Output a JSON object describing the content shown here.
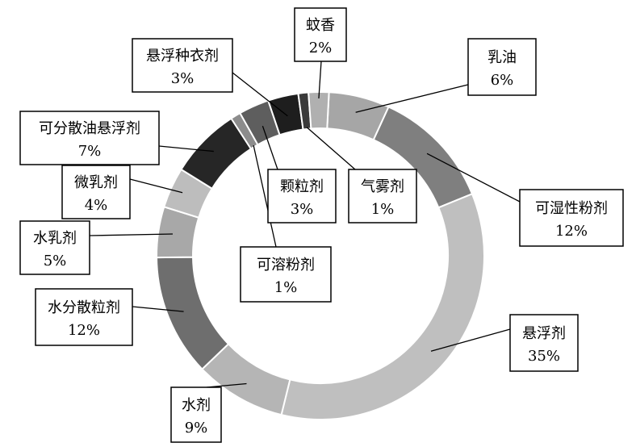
{
  "chart_data": {
    "type": "pie",
    "style": "donut",
    "categories": [
      "乳油",
      "可湿性粉剂",
      "悬浮剂",
      "水剂",
      "水分散粒剂",
      "水乳剂",
      "微乳剂",
      "可分散油悬浮剂",
      "可溶粉剂",
      "颗粒剂",
      "悬浮种衣剂",
      "气雾剂",
      "蚊香"
    ],
    "values": [
      6,
      12,
      35,
      9,
      12,
      5,
      4,
      7,
      1,
      3,
      3,
      1,
      2
    ],
    "value_labels": [
      "6%",
      "12%",
      "35%",
      "9%",
      "12%",
      "5%",
      "4%",
      "7%",
      "1%",
      "3%",
      "3%",
      "1%",
      "2%"
    ],
    "colors": [
      "#a6a6a6",
      "#7f7f7f",
      "#bfbfbf",
      "#b5b5b5",
      "#6e6e6e",
      "#a8a8a8",
      "#bdbdbd",
      "#262626",
      "#8c8c8c",
      "#5e5e5e",
      "#1e1e1e",
      "#3a3a3a",
      "#b0b0b0"
    ],
    "legend": "callouts"
  }
}
